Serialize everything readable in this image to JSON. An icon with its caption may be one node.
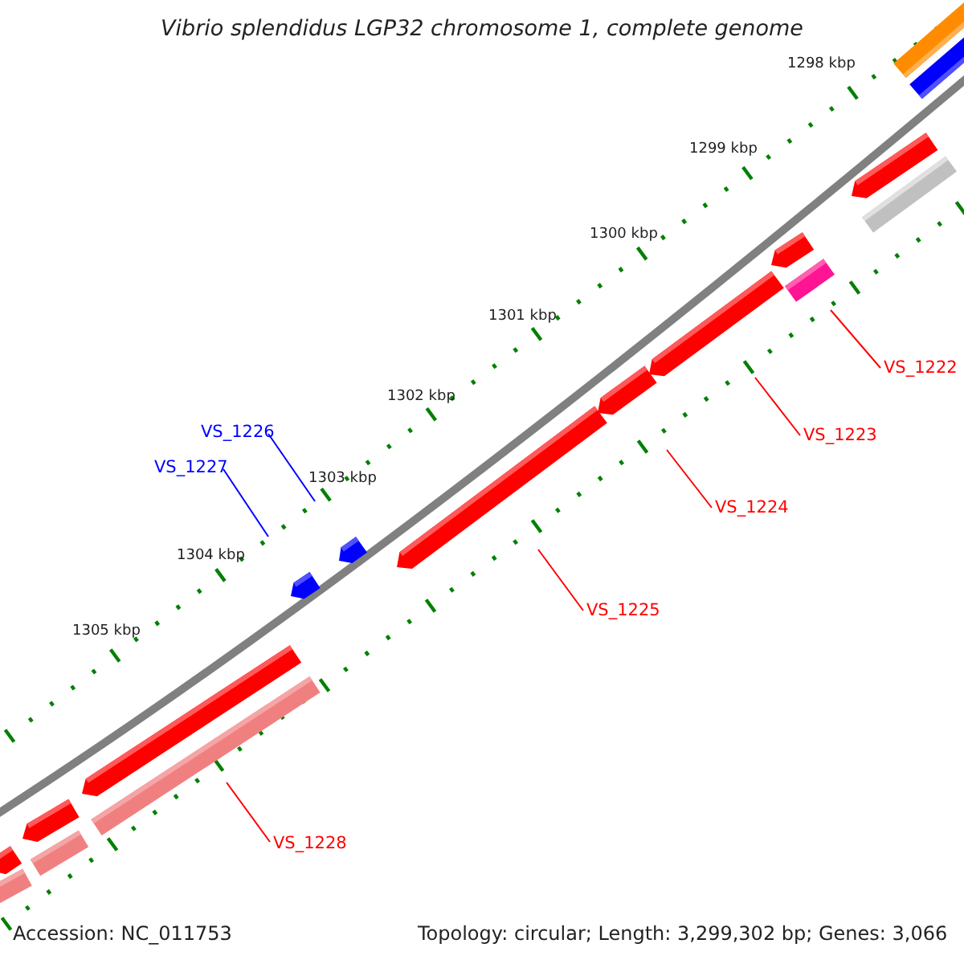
{
  "diagram": {
    "title": "Vibrio splendidus LGP32 chromosome 1, complete genome",
    "nodes": [
      {
        "text": [
          "VS_1222"
        ]
      },
      {
        "text": [
          "VS_1223"
        ]
      },
      {
        "text": [
          "VS_1224"
        ]
      },
      {
        "text": [
          "VS_1225"
        ]
      },
      {
        "text": [
          "VS_1226"
        ]
      },
      {
        "text": [
          "VS_1227"
        ]
      },
      {
        "text": [
          "VS_1228"
        ]
      }
    ],
    "edges": [
      {
        "from": 0,
        "to": null,
        "arrow": "none",
        "color": "#ff0000"
      },
      {
        "from": 1,
        "to": null,
        "arrow": "none",
        "color": "#ff0000"
      },
      {
        "from": 2,
        "to": null,
        "arrow": "none",
        "color": "#ff0000"
      },
      {
        "from": 3,
        "to": null,
        "arrow": "none",
        "color": "#ff0000"
      },
      {
        "from": 4,
        "to": null,
        "arrow": "none",
        "color": "#0000ff"
      },
      {
        "from": 5,
        "to": null,
        "arrow": "none",
        "color": "#0000ff"
      },
      {
        "from": 6,
        "to": null,
        "arrow": "none",
        "color": "#ff0000"
      }
    ],
    "labels": [
      "1298 kbp",
      "1299 kbp",
      "1300 kbp",
      "1301 kbp",
      "1302 kbp",
      "1303 kbp",
      "1304 kbp",
      "1305 kbp",
      "Accession: NC_011753",
      "Topology: circular; Length: 3,299,302 bp; Genes: 3,066"
    ]
  }
}
